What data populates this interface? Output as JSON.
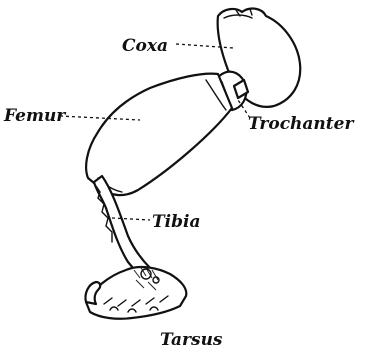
{
  "labels": {
    "coxa": "Coxa",
    "trochanter": "Trochanter",
    "femur": "Femur",
    "tibia": "Tibia",
    "tarsus": "Tarsus"
  }
}
